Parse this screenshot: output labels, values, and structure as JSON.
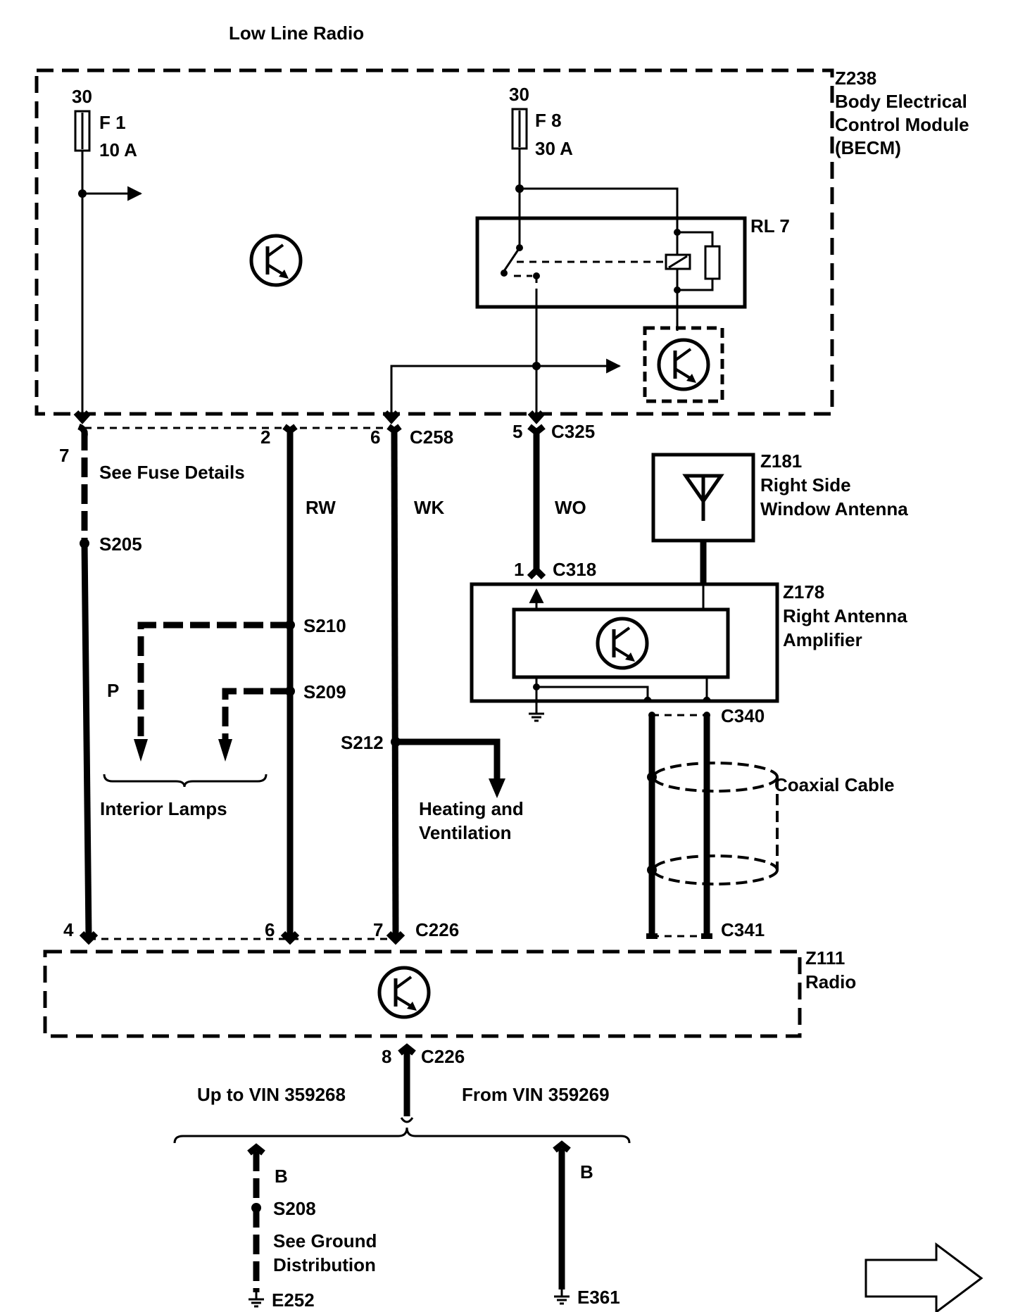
{
  "title": "Low Line Radio",
  "becm": {
    "id": "Z238",
    "name_line1": "Body Electrical",
    "name_line2": "Control Module",
    "name_line3": "(BECM)",
    "fuse1": {
      "supply": "30",
      "name": "F 1",
      "rating": "10 A"
    },
    "fuse2": {
      "supply": "30",
      "name": "F 8",
      "rating": "30 A"
    },
    "relay": "RL 7"
  },
  "connectors": {
    "c258": "C258",
    "c325": "C325",
    "c318": "C318",
    "c340": "C340",
    "c341": "C341",
    "c226_top": "C226",
    "c226_bottom": "C226"
  },
  "pins": {
    "p7_top": "7",
    "p2": "2",
    "p6_top": "6",
    "p5": "5",
    "p1": "1",
    "p4": "4",
    "p6_bottom": "6",
    "p7_bottom": "7",
    "p8": "8"
  },
  "wires": {
    "fuse_details": "See Fuse Details",
    "rw": "RW",
    "wk": "WK",
    "wo": "WO",
    "p": "P"
  },
  "splices": {
    "s205": "S205",
    "s210": "S210",
    "s209": "S209",
    "s212": "S212",
    "s208": "S208"
  },
  "destinations": {
    "interior_lamps": "Interior Lamps",
    "heating_line1": "Heating and",
    "heating_line2": "Ventilation"
  },
  "antenna": {
    "id": "Z181",
    "line1": "Right Side",
    "line2": "Window Antenna"
  },
  "amplifier": {
    "id": "Z178",
    "line1": "Right Antenna",
    "line2": "Amplifier"
  },
  "coax_label": "Coaxial Cable",
  "radio": {
    "id": "Z111",
    "name": "Radio"
  },
  "ground": {
    "up_to": "Up to VIN 359268",
    "from": "From VIN 359269",
    "wire_b_left": "B",
    "wire_b_right": "B",
    "see_line1": "See Ground",
    "see_line2": "Distribution",
    "e252": "E252",
    "e361": "E361"
  },
  "icons": [
    "transistor-icon",
    "antenna-icon",
    "fuse-icon",
    "ground-icon",
    "next-page-arrow-icon"
  ]
}
